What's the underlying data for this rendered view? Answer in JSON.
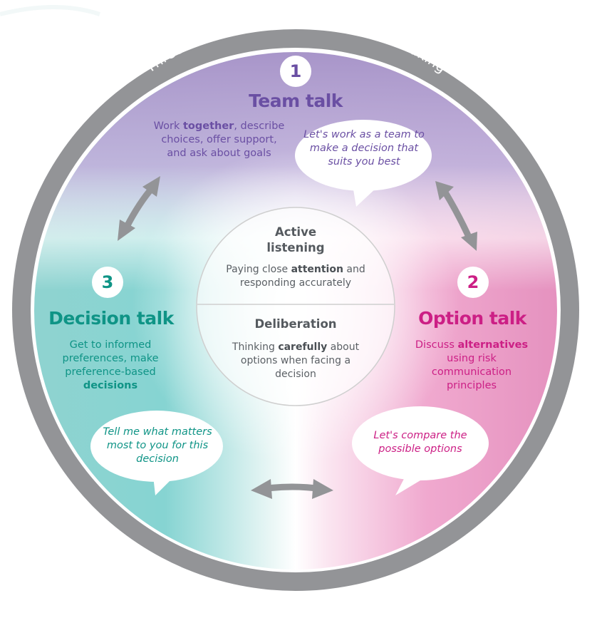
{
  "diagram": {
    "ring_title": "Three-talk model of shared decision making",
    "colors": {
      "ring_gray": "#939497",
      "team_purple": "#6a4fa3",
      "option_magenta": "#cc1f85",
      "decision_teal": "#0f9486",
      "center_text_gray": "#555a5f",
      "arrow_gray": "#939497"
    },
    "stages": [
      {
        "number": "1",
        "title": "Team talk",
        "description_parts": [
          "Work ",
          "together",
          ", describe choices, offer support, and ask about goals"
        ],
        "bubble_quote": "Let's work as a team to make a decision that suits you best"
      },
      {
        "number": "2",
        "title": "Option talk",
        "description_parts": [
          "Discuss ",
          "alternatives",
          " using risk communication principles"
        ],
        "bubble_quote": "Let's compare the possible options"
      },
      {
        "number": "3",
        "title": "Decision talk",
        "description_parts": [
          "Get to informed preferences, make preference-based ",
          "decisions",
          ""
        ],
        "bubble_quote": "Tell me what matters most to you for this decision"
      }
    ],
    "center": {
      "top": {
        "title_line1": "Active",
        "title_line2": "listening",
        "desc_parts": [
          "Paying close ",
          "attention",
          " and responding accurately"
        ]
      },
      "bottom": {
        "title": "Deliberation",
        "desc_parts": [
          "Thinking ",
          "carefully",
          " about options when facing a decision"
        ]
      }
    },
    "arrows": [
      {
        "name": "team-decision-arrow",
        "between": [
          "Team talk",
          "Decision talk"
        ],
        "direction": "bidirectional"
      },
      {
        "name": "team-option-arrow",
        "between": [
          "Team talk",
          "Option talk"
        ],
        "direction": "bidirectional"
      },
      {
        "name": "option-decision-arrow",
        "between": [
          "Decision talk",
          "Option talk"
        ],
        "direction": "bidirectional"
      }
    ]
  }
}
